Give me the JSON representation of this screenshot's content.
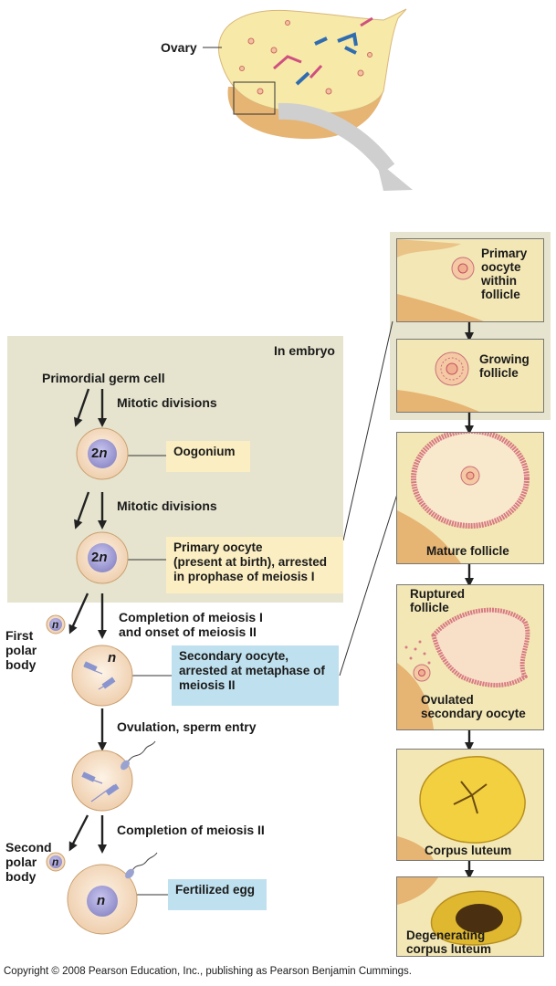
{
  "ovary_label": "Ovary",
  "embryo_label": "In embryo",
  "primordial_germ_cell": "Primordial germ cell",
  "mitotic_divisions_1": "Mitotic divisions",
  "mitotic_divisions_2": "Mitotic divisions",
  "oogonium": "Oogonium",
  "ploidy_2n": "2",
  "ploidy_n": "n",
  "primary_oocyte": [
    "Primary oocyte",
    "(present at birth), arrested",
    "in prophase of meiosis I"
  ],
  "meiosis_step": [
    "Completion of meiosis I",
    "and onset of meiosis II"
  ],
  "first_polar_body": [
    "First",
    "polar",
    "body"
  ],
  "secondary_oocyte": [
    "Secondary oocyte,",
    "arrested at metaphase of",
    "meiosis II"
  ],
  "ovulation": "Ovulation, sperm entry",
  "completion_meiosis_2": "Completion of meiosis II",
  "second_polar_body": [
    "Second",
    "polar",
    "body"
  ],
  "fertilized_egg": "Fertilized egg",
  "panels": {
    "primary_follicle": [
      "Primary",
      "oocyte",
      "within",
      "follicle"
    ],
    "growing_follicle": [
      "Growing",
      "follicle"
    ],
    "mature_follicle": "Mature follicle",
    "ruptured_follicle": [
      "Ruptured",
      "follicle"
    ],
    "ovulated_oocyte": [
      "Ovulated",
      "secondary oocyte"
    ],
    "corpus_luteum": "Corpus luteum",
    "degenerating": [
      "Degenerating",
      "corpus luteum"
    ]
  },
  "copyright": "Copyright © 2008 Pearson Education, Inc., publishing as Pearson Benjamin Cummings.",
  "colors": {
    "embryo_bg": "#e6e4cf",
    "yellow_box": "#fbeec2",
    "blue_box": "#bfe0ee",
    "cell": "#f6dfc4",
    "nucleus": "#a9a6d8"
  }
}
